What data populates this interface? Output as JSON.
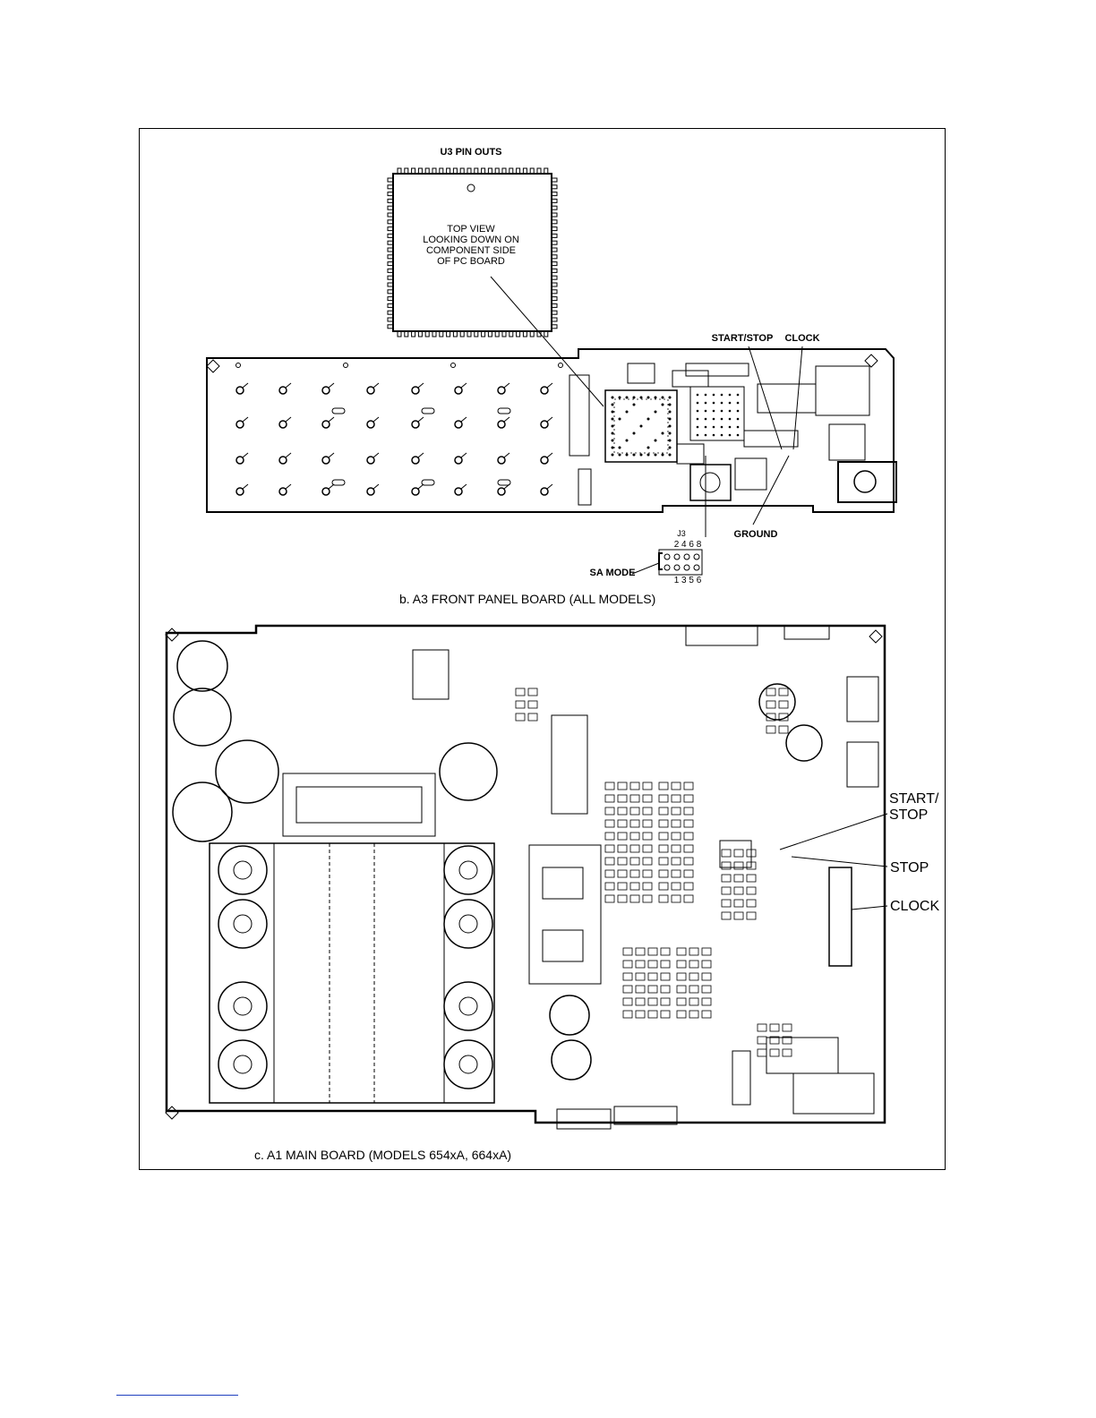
{
  "u3_pinouts": {
    "title": "U3 PIN OUTS",
    "view_note": [
      "TOP VIEW",
      "LOOKING DOWN ON",
      "COMPONENT SIDE",
      "OF PC BOARD"
    ]
  },
  "a3_board": {
    "caption": "b.  A3 FRONT PANEL BOARD (ALL MODELS)",
    "callouts": {
      "start_stop": "START/STOP",
      "clock": "CLOCK",
      "ground": "GROUND",
      "sa_mode": "SA MODE",
      "connector": "J3",
      "top_pins": "2 4 6 8",
      "bottom_pins": "1 3 5 6"
    }
  },
  "a1_board": {
    "caption": "c.  A1 MAIN BOARD (MODELS 654xA, 664xA)",
    "callouts": {
      "start_stop_line1": "START/",
      "start_stop_line2": "STOP",
      "stop": "STOP",
      "clock": "CLOCK"
    }
  }
}
